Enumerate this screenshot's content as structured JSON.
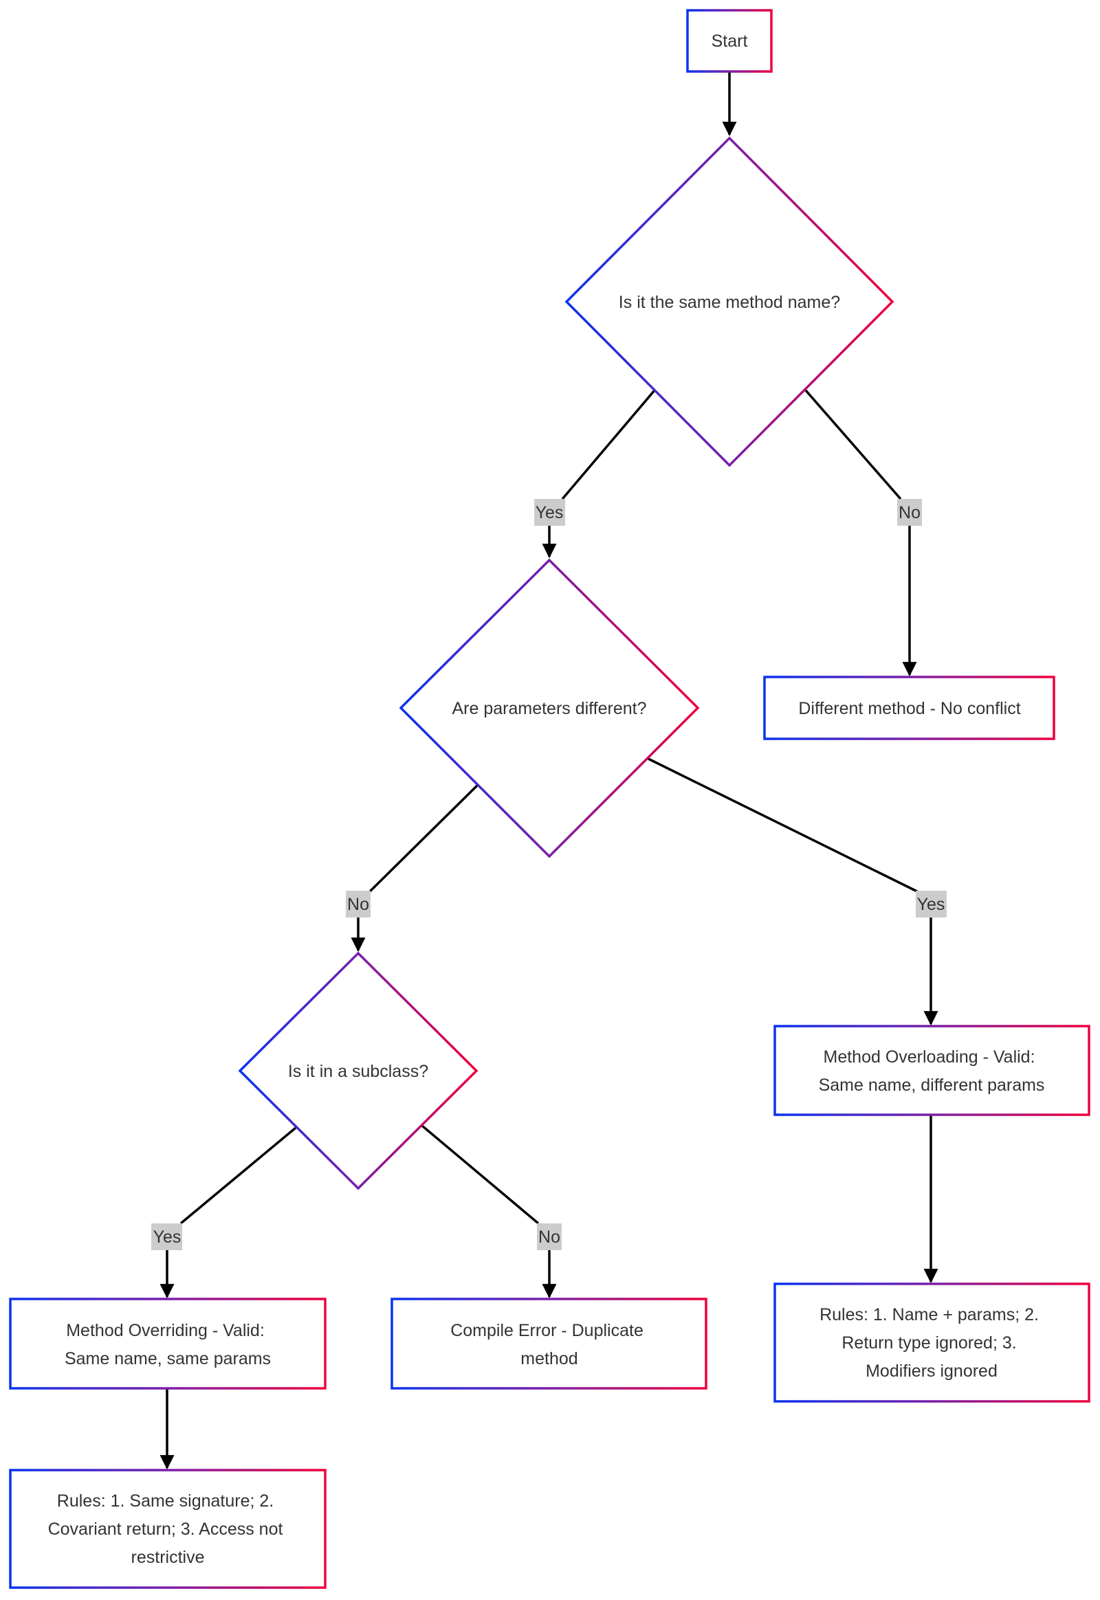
{
  "colors": {
    "gradient_start": "#0a32f0",
    "gradient_mid": "#7a1fa8",
    "gradient_end": "#f0003c",
    "edge": "#000000",
    "label_bg": "#cccccc"
  },
  "nodes": {
    "start": {
      "label": "Start"
    },
    "same_name": {
      "label": "Is it the same method name?"
    },
    "params_diff": {
      "label": "Are parameters different?"
    },
    "different_method": {
      "label": "Different method - No conflict"
    },
    "subclass": {
      "label": "Is it in a subclass?"
    },
    "overloading": {
      "lines": [
        "Method Overloading - Valid:",
        "Same name, different params"
      ]
    },
    "overloading_rules": {
      "lines": [
        "Rules: 1. Name + params; 2.",
        "Return type ignored; 3.",
        "Modifiers ignored"
      ]
    },
    "overriding": {
      "lines": [
        "Method Overriding - Valid:",
        "Same name, same params"
      ]
    },
    "compile_error": {
      "lines": [
        "Compile Error - Duplicate",
        "method"
      ]
    },
    "overriding_rules": {
      "lines": [
        "Rules: 1. Same signature; 2.",
        "Covariant return; 3. Access not",
        "restrictive"
      ]
    }
  },
  "edges": {
    "same_name_yes": "Yes",
    "same_name_no": "No",
    "params_no": "No",
    "params_yes": "Yes",
    "subclass_yes": "Yes",
    "subclass_no": "No"
  }
}
